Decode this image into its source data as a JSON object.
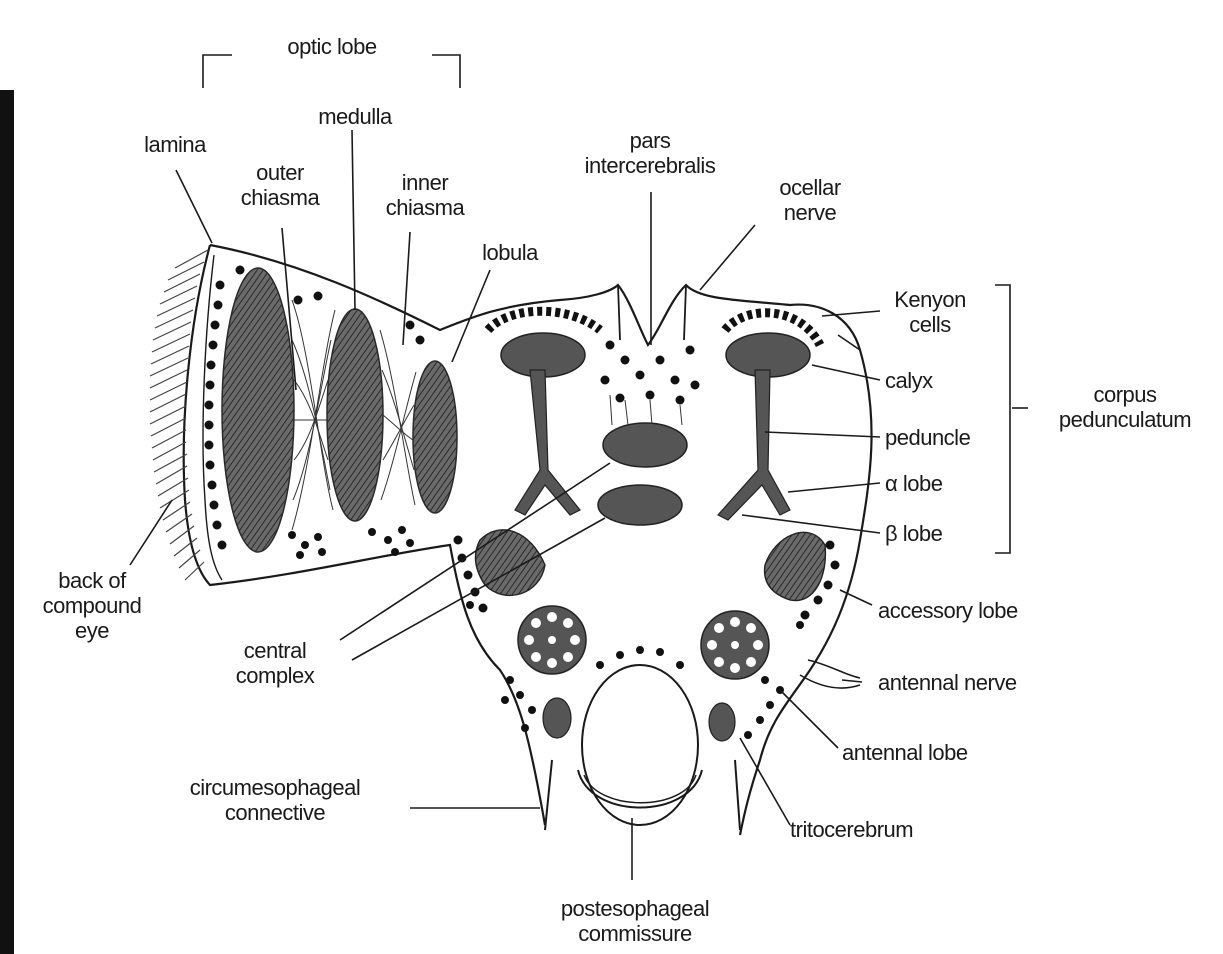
{
  "labels": {
    "optic_lobe": "optic lobe",
    "lamina": "lamina",
    "medulla": "medulla",
    "outer_chiasma": [
      "outer",
      "chiasma"
    ],
    "inner_chiasma": [
      "inner",
      "chiasma"
    ],
    "lobula": "lobula",
    "pars_intercerebralis": [
      "pars",
      "intercerebralis"
    ],
    "ocellar_nerve": [
      "ocellar",
      "nerve"
    ],
    "kenyon_cells": [
      "Kenyon",
      "cells"
    ],
    "calyx": "calyx",
    "corpus_pedunculatum": [
      "corpus",
      "pedunculatum"
    ],
    "peduncle": "peduncle",
    "alpha_lobe": "α lobe",
    "beta_lobe": "β lobe",
    "back_of_compound_eye": [
      "back of",
      "compound",
      "eye"
    ],
    "accessory_lobe": "accessory lobe",
    "central_complex": [
      "central",
      "complex"
    ],
    "antennal_nerve": "antennal nerve",
    "antennal_lobe": "antennal lobe",
    "circumesophageal_connective": [
      "circumesophageal",
      "connective"
    ],
    "tritocerebrum": "tritocerebrum",
    "postesophageal_commissure": [
      "postesophageal",
      "commissure"
    ]
  },
  "colors": {
    "ink": "#1a1a1a",
    "neuropil": "#555555",
    "background": "#ffffff"
  }
}
